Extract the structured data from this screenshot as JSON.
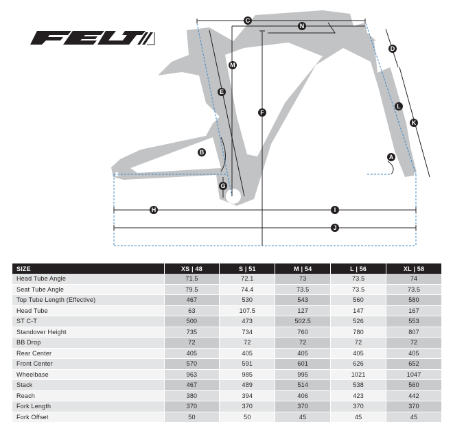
{
  "brand": {
    "logo_text": "FELT"
  },
  "diagram": {
    "labels": [
      "A",
      "B",
      "C",
      "D",
      "E",
      "F",
      "G",
      "H",
      "I",
      "J",
      "K",
      "L",
      "M",
      "N"
    ]
  },
  "table": {
    "corner_label": "SIZE",
    "sizes": [
      "XS | 48",
      "S | 51",
      "M | 54",
      "L | 56",
      "XL | 58"
    ],
    "rows": [
      {
        "name": "Head Tube Angle",
        "values": [
          "71.5",
          "72.1",
          "73",
          "73.5",
          "74"
        ]
      },
      {
        "name": "Seat Tube Angle",
        "values": [
          "79.5",
          "74.4",
          "73.5",
          "73.5",
          "73.5"
        ]
      },
      {
        "name": "Top Tube Length (Effective)",
        "values": [
          "467",
          "530",
          "543",
          "560",
          "580"
        ]
      },
      {
        "name": "Head Tube",
        "values": [
          "63",
          "107.5",
          "127",
          "147",
          "167"
        ]
      },
      {
        "name": "ST C-T",
        "values": [
          "500",
          "473",
          "502.5",
          "526",
          "553"
        ]
      },
      {
        "name": "Standover Height",
        "values": [
          "735",
          "734",
          "760",
          "780",
          "807"
        ]
      },
      {
        "name": "BB Drop",
        "values": [
          "72",
          "72",
          "72",
          "72",
          "72"
        ]
      },
      {
        "name": "Rear Center",
        "values": [
          "405",
          "405",
          "405",
          "405",
          "405"
        ]
      },
      {
        "name": "Front Center",
        "values": [
          "570",
          "591",
          "601",
          "626",
          "652"
        ]
      },
      {
        "name": "Wheelbase",
        "values": [
          "963",
          "985",
          "995",
          "1021",
          "1047"
        ]
      },
      {
        "name": "Stack",
        "values": [
          "467",
          "489",
          "514",
          "538",
          "560"
        ]
      },
      {
        "name": "Reach",
        "values": [
          "380",
          "394",
          "406",
          "423",
          "442"
        ]
      },
      {
        "name": "Fork Length",
        "values": [
          "370",
          "370",
          "370",
          "370",
          "370"
        ]
      },
      {
        "name": "Fork Offset",
        "values": [
          "50",
          "50",
          "45",
          "45",
          "45"
        ]
      }
    ]
  },
  "colors": {
    "frame": "#c1c3c5",
    "dimension_line": "#231f20",
    "dashed_guides": "#3f88c5",
    "header_bg": "#231f20"
  }
}
